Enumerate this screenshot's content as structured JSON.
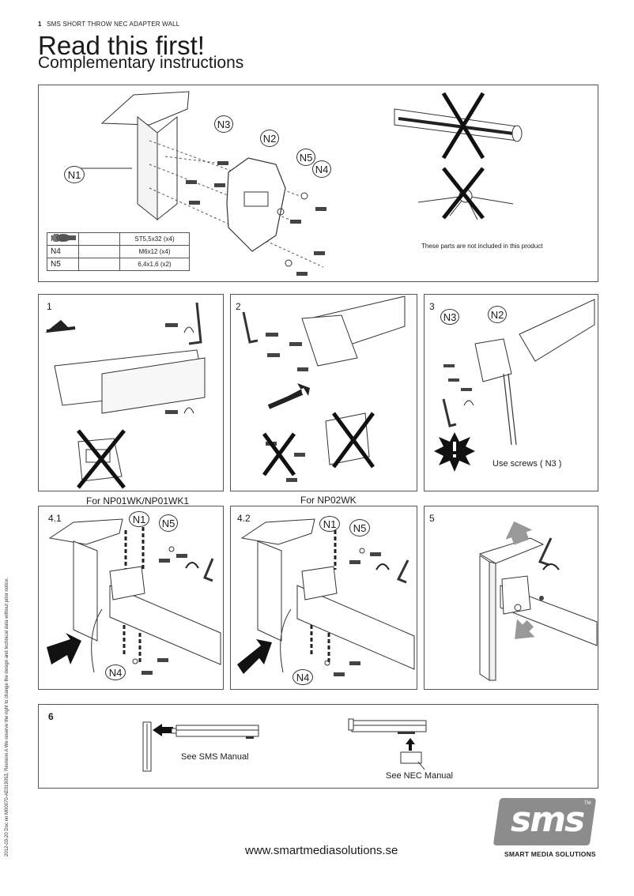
{
  "header": {
    "page_number": "1",
    "doc_title": "SMS SHORT THROW NEC ADAPTER WALL"
  },
  "title": "Read this first!",
  "subtitle": "Complementary instructions",
  "overview": {
    "callouts": [
      "N3",
      "N2",
      "N5",
      "N4",
      "N1"
    ],
    "parts": [
      {
        "code": "N3",
        "spec": "ST5,5x32 (x4)"
      },
      {
        "code": "N4",
        "spec": "M6x12 (x4)"
      },
      {
        "code": "N5",
        "spec": "6,4x1,6 (x2)"
      }
    ],
    "not_included": "These parts are not included in this product"
  },
  "steps": {
    "s1": "1",
    "s2": "2",
    "s3": "3",
    "s3_callouts": [
      "N3",
      "N2"
    ],
    "s3_note": "Use screws ( N3 )",
    "s41": "4.1",
    "s42": "4.2",
    "s5": "5",
    "s6": "6",
    "for_np01": "For NP01WK/NP01WK1",
    "for_np02": "For NP02WK",
    "s4_callouts": [
      "N1",
      "N5",
      "N4"
    ],
    "see_sms": "See SMS Manual",
    "see_nec": "See NEC Manual"
  },
  "footer": {
    "side_text": "2012-03-20   Doc no M00070-AE019053, Revision A   We reserve the right to change the design and technical data without prior notice.",
    "website": "www.smartmediasolutions.se",
    "logo_word": "sms",
    "logo_tm": "TM",
    "logo_tagline": "SMART MEDIA SOLUTIONS"
  }
}
